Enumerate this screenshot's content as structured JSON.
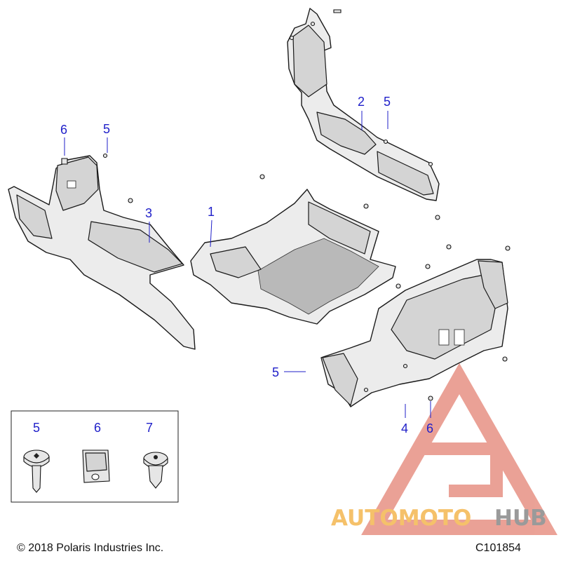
{
  "callouts": {
    "c1": "1",
    "c2": "2",
    "c3": "3",
    "c4": "4",
    "c5a": "5",
    "c5b": "5",
    "c5c": "5",
    "c6a": "6",
    "c6b": "6"
  },
  "legend_box": {
    "items": [
      {
        "label": "5",
        "icon": "screw-icon"
      },
      {
        "label": "6",
        "icon": "clip-nut-icon"
      },
      {
        "label": "7",
        "icon": "push-rivet-icon"
      }
    ]
  },
  "footer": {
    "copyright": "© 2018 Polaris Industries Inc.",
    "diagram_code": "C101854"
  },
  "watermark": {
    "part1": "AUTOMOTO",
    "part2": "HUB",
    "color1": "#f5c16a",
    "color2": "#9a9a9a",
    "logo_color": "#e0705f"
  },
  "colors": {
    "callout": "#1f1fc9"
  }
}
